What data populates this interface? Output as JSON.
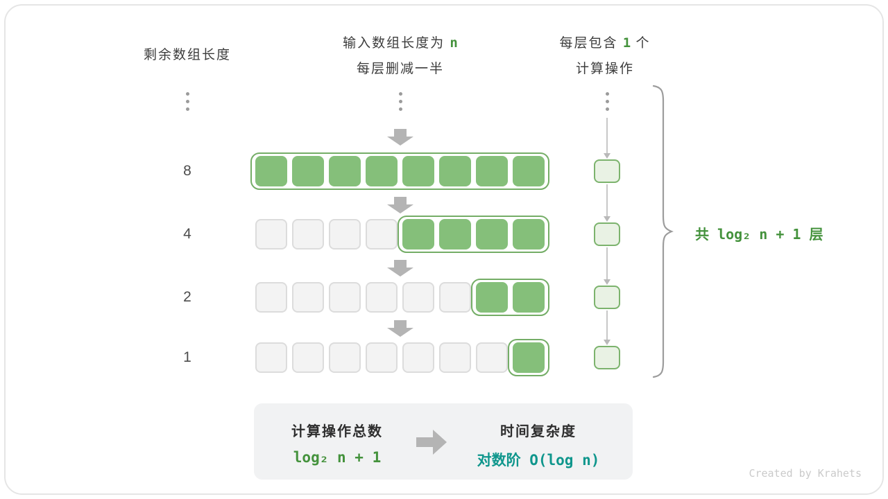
{
  "header": {
    "left": "剩余数组长度",
    "mid_line1_prefix": "输入数组长度为 ",
    "mid_n": "n",
    "mid_line2": "每层删减一半",
    "right_prefix": "每层包含 ",
    "right_count": "1",
    "right_suffix": " 个",
    "right_line2": "计算操作"
  },
  "diagram": {
    "rows": [
      {
        "label": "8",
        "total_cells": 8,
        "active_cells": 8
      },
      {
        "label": "4",
        "total_cells": 8,
        "active_cells": 4
      },
      {
        "label": "2",
        "total_cells": 8,
        "active_cells": 2
      },
      {
        "label": "1",
        "total_cells": 8,
        "active_cells": 1
      }
    ],
    "brace_label": "共 log₂ n + 1 层"
  },
  "summary": {
    "ops_title": "计算操作总数",
    "ops_value": "log₂ n + 1",
    "tc_title": "时间复杂度",
    "tc_value": "对数阶 O(log n)"
  },
  "credit": "Created by Krahets",
  "colors": {
    "accent_green": "#44923c",
    "box_green": "#85bf7a",
    "frame_green": "#74ad66",
    "op_green": "#7cb36d",
    "op_fill": "#e9f2e4",
    "teal": "#0f968c"
  }
}
